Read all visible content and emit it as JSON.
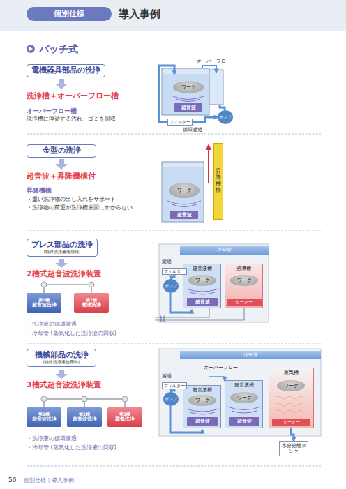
{
  "diagram": {
    "title": "導入事例",
    "nodes": [
      {
        "text": [
          "個別仕様"
        ]
      },
      {
        "text": [
          "電機器具部品の洗浄"
        ]
      },
      {
        "text": [
          "ワーク"
        ]
      },
      {
        "text": [
          "超音波"
        ]
      },
      {
        "text": [
          "フィルター"
        ]
      },
      {
        "text": [
          "ポンプ"
        ]
      },
      {
        "text": [
          "金型の洗浄"
        ]
      },
      {
        "text": [
          "ワーク"
        ]
      },
      {
        "text": [
          "超音波"
        ]
      },
      {
        "text": [
          "昇降機構"
        ]
      },
      {
        "text": [
          "プレス部品の洗浄",
          "(特殊洗浄液使用時)"
        ]
      },
      {
        "text": [
          "第1槽",
          "超音波洗浄"
        ]
      },
      {
        "text": [
          "第2槽",
          "煮沸洗浄"
        ]
      },
      {
        "text": [
          "冷却管"
        ]
      },
      {
        "text": [
          "フィルター"
        ]
      },
      {
        "text": [
          "ポンプ"
        ]
      },
      {
        "text": [
          "超音波槽"
        ]
      },
      {
        "text": [
          "ワーク"
        ],
        "in": 16
      },
      {
        "text": [
          "煮沸槽"
        ]
      },
      {
        "text": [
          "ワーク"
        ],
        "in": 18
      },
      {
        "text": [
          "超音波"
        ],
        "in": 16
      },
      {
        "text": [
          "ヒーター"
        ],
        "in": 18
      },
      {
        "text": [
          "機械部品の洗浄",
          "(特殊洗浄液使用時)"
        ]
      },
      {
        "text": [
          "第1槽",
          "超音波洗浄"
        ]
      },
      {
        "text": [
          "第2槽",
          "超音波洗浄"
        ]
      },
      {
        "text": [
          "第3槽",
          "蒸気洗浄"
        ]
      },
      {
        "text": [
          "冷却管"
        ]
      },
      {
        "text": [
          "フィルター"
        ]
      },
      {
        "text": [
          "ポンプ"
        ]
      },
      {
        "text": [
          "超音波槽"
        ]
      },
      {
        "text": [
          "ワーク"
        ],
        "in": 29
      },
      {
        "text": [
          "超音波槽"
        ]
      },
      {
        "text": [
          "ワーク"
        ],
        "in": 31
      },
      {
        "text": [
          "蒸気槽"
        ]
      },
      {
        "text": [
          "ワーク"
        ],
        "in": 33
      },
      {
        "text": [
          "超音波"
        ],
        "in": 29
      },
      {
        "text": [
          "超音波"
        ],
        "in": 31
      },
      {
        "text": [
          "ヒーター"
        ],
        "in": 33
      },
      {
        "text": [
          "水分分離タンク"
        ]
      }
    ],
    "edges": [
      {
        "from": 4,
        "to": 5,
        "arrow": "to"
      },
      {
        "from": 11,
        "to": 12,
        "arrow": "none"
      },
      {
        "from": 14,
        "to": 15,
        "arrow": "to"
      },
      {
        "from": 23,
        "to": 24,
        "arrow": "none"
      },
      {
        "from": 24,
        "to": 25,
        "arrow": "none"
      },
      {
        "from": 27,
        "to": 28,
        "arrow": "to"
      },
      {
        "from": 33,
        "to": 38,
        "arrow": "to"
      }
    ],
    "labels": [
      "バッチ式",
      "洗浄槽＋オーバーフロー槽",
      "オーバーフロー槽",
      "洗浄槽に浮遊する汚れ、ゴミを回収",
      "オーバーフロー",
      "循環濾過",
      "超音波＋昇降機構付",
      "昇降機構",
      "・重い洗浄物の出し入れをサポート",
      "・洗浄物の荷重が洗浄槽底面にかからない",
      "2槽式超音波洗浄装置",
      "・洗浄液の循環濾過",
      "・冷却管 (蒸気化した洗浄液の回収)",
      "濾過",
      "3槽式超音波洗浄装置",
      "・洗浄液の循環濾過",
      "・冷却管 (蒸気化した洗浄液の回収)",
      "オーバーフロー",
      "濾過",
      "50",
      "個別仕様｜導入事例"
    ]
  }
}
